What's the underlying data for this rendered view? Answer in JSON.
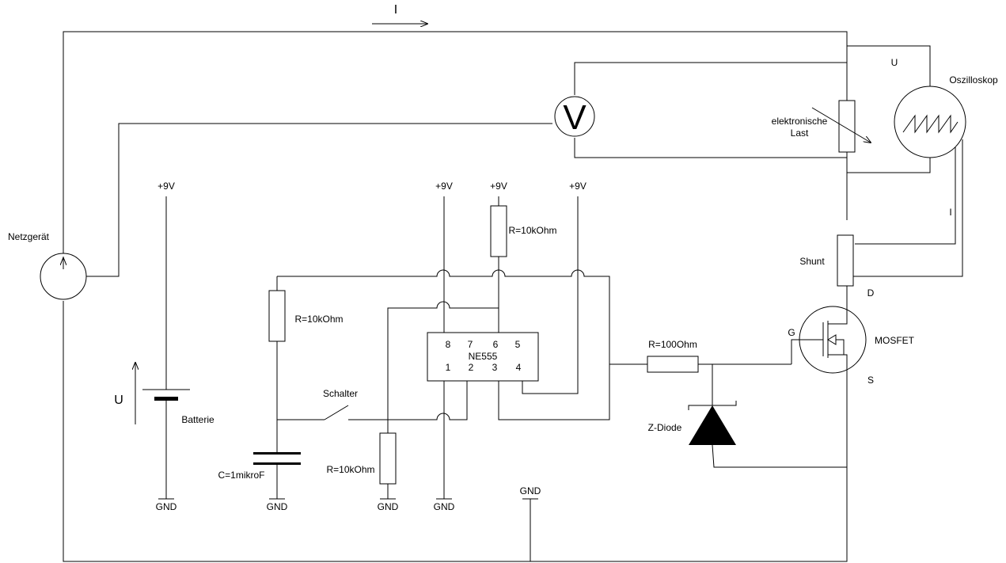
{
  "labels": {
    "current_symbol": "I",
    "voltage_symbol": "U",
    "netzgeraet": "Netzgerät",
    "batterie": "Batterie",
    "plus9v": "+9V",
    "gnd": "GND",
    "r_top": "R=10kOhm",
    "r_left": "R=10kOhm",
    "r_bottom": "R=10kOhm",
    "r_gate": "R=100Ohm",
    "capacitor": "C=1mikroF",
    "schalter": "Schalter",
    "ic_name": "NE555",
    "pins_top": [
      "8",
      "7",
      "6",
      "5"
    ],
    "pins_bottom": [
      "1",
      "2",
      "3",
      "4"
    ],
    "z_diode": "Z-Diode",
    "mosfet": "MOSFET",
    "gate": "G",
    "drain": "D",
    "source": "S",
    "shunt": "Shunt",
    "last_line1": "elektronische",
    "last_line2": "Last",
    "oszilloskop": "Oszilloskop",
    "osc_u": "U",
    "osc_i": "I",
    "voltmeter": "V"
  }
}
